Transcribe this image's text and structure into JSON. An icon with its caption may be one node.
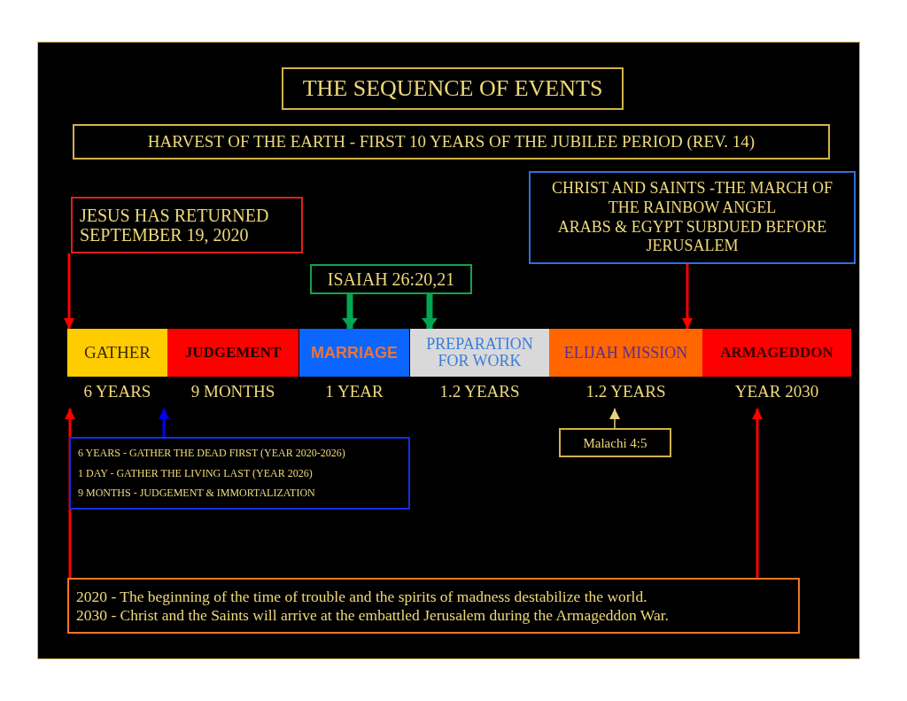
{
  "diagram": {
    "title": "THE SEQUENCE OF EVENTS",
    "nodes": [
      {
        "text": [
          "HARVEST OF THE EARTH - FIRST 10 YEARS OF THE JUBILEE  PERIOD (REV. 14)"
        ]
      },
      {
        "text": [
          "JESUS HAS RETURNED SEPTEMBER 19, 2020"
        ]
      },
      {
        "text": [
          "CHRIST AND SAINTS -THE MARCH OF THE RAINBOW ANGEL",
          "ARABS & EGYPT SUBDUED BEFORE JERUSALEM"
        ]
      },
      {
        "text": [
          "ISAIAH 26:20,21"
        ]
      },
      {
        "text": [
          "GATHER"
        ],
        "beside": [
          "6 YEARS"
        ]
      },
      {
        "text": [
          "JUDGEMENT"
        ],
        "beside": [
          "9 MONTHS"
        ]
      },
      {
        "text": [
          "MARRIAGE"
        ],
        "beside": [
          "1 YEAR"
        ]
      },
      {
        "text": [
          "PREPARATION FOR WORK"
        ],
        "beside": [
          "1.2 YEARS"
        ]
      },
      {
        "text": [
          "ELIJAH MISSION"
        ],
        "beside": [
          "1.2 YEARS"
        ]
      },
      {
        "text": [
          "ARMAGEDDON"
        ],
        "beside": [
          "YEAR 2030"
        ]
      },
      {
        "text": [
          "6 YEARS - GATHER THE DEAD FIRST (YEAR 2020-2026)",
          "1 DAY - GATHER THE LIVING LAST (YEAR 2026)",
          "9 MONTHS - JUDGEMENT & IMMORTALIZATION"
        ]
      },
      {
        "text": [
          "Malachi 4:5"
        ]
      },
      {
        "text": [
          "2020 - The beginning of the time of trouble and the spirits of madness destabilize the world.",
          "2030 - Christ and the Saints will arrive at the embattled Jerusalem during the Armageddon War."
        ]
      }
    ],
    "edges": [
      {
        "from": 1,
        "to": 4,
        "arrow": "to"
      },
      {
        "from": 2,
        "to": 8,
        "arrow": "to"
      },
      {
        "from": 3,
        "to": 6,
        "arrow": "to",
        "style": "thick",
        "color": "#00a651"
      },
      {
        "from": 3,
        "to": 7,
        "arrow": "to",
        "style": "thick",
        "color": "#00a651"
      },
      {
        "from": 10,
        "to": 4,
        "arrow": "to",
        "color": "#0000ff"
      },
      {
        "from": 11,
        "to": 8,
        "arrow": "to",
        "color": "#e6d27a"
      },
      {
        "from": 12,
        "to": 4,
        "arrow": "to"
      },
      {
        "from": 12,
        "to": 9,
        "arrow": "to"
      }
    ]
  }
}
